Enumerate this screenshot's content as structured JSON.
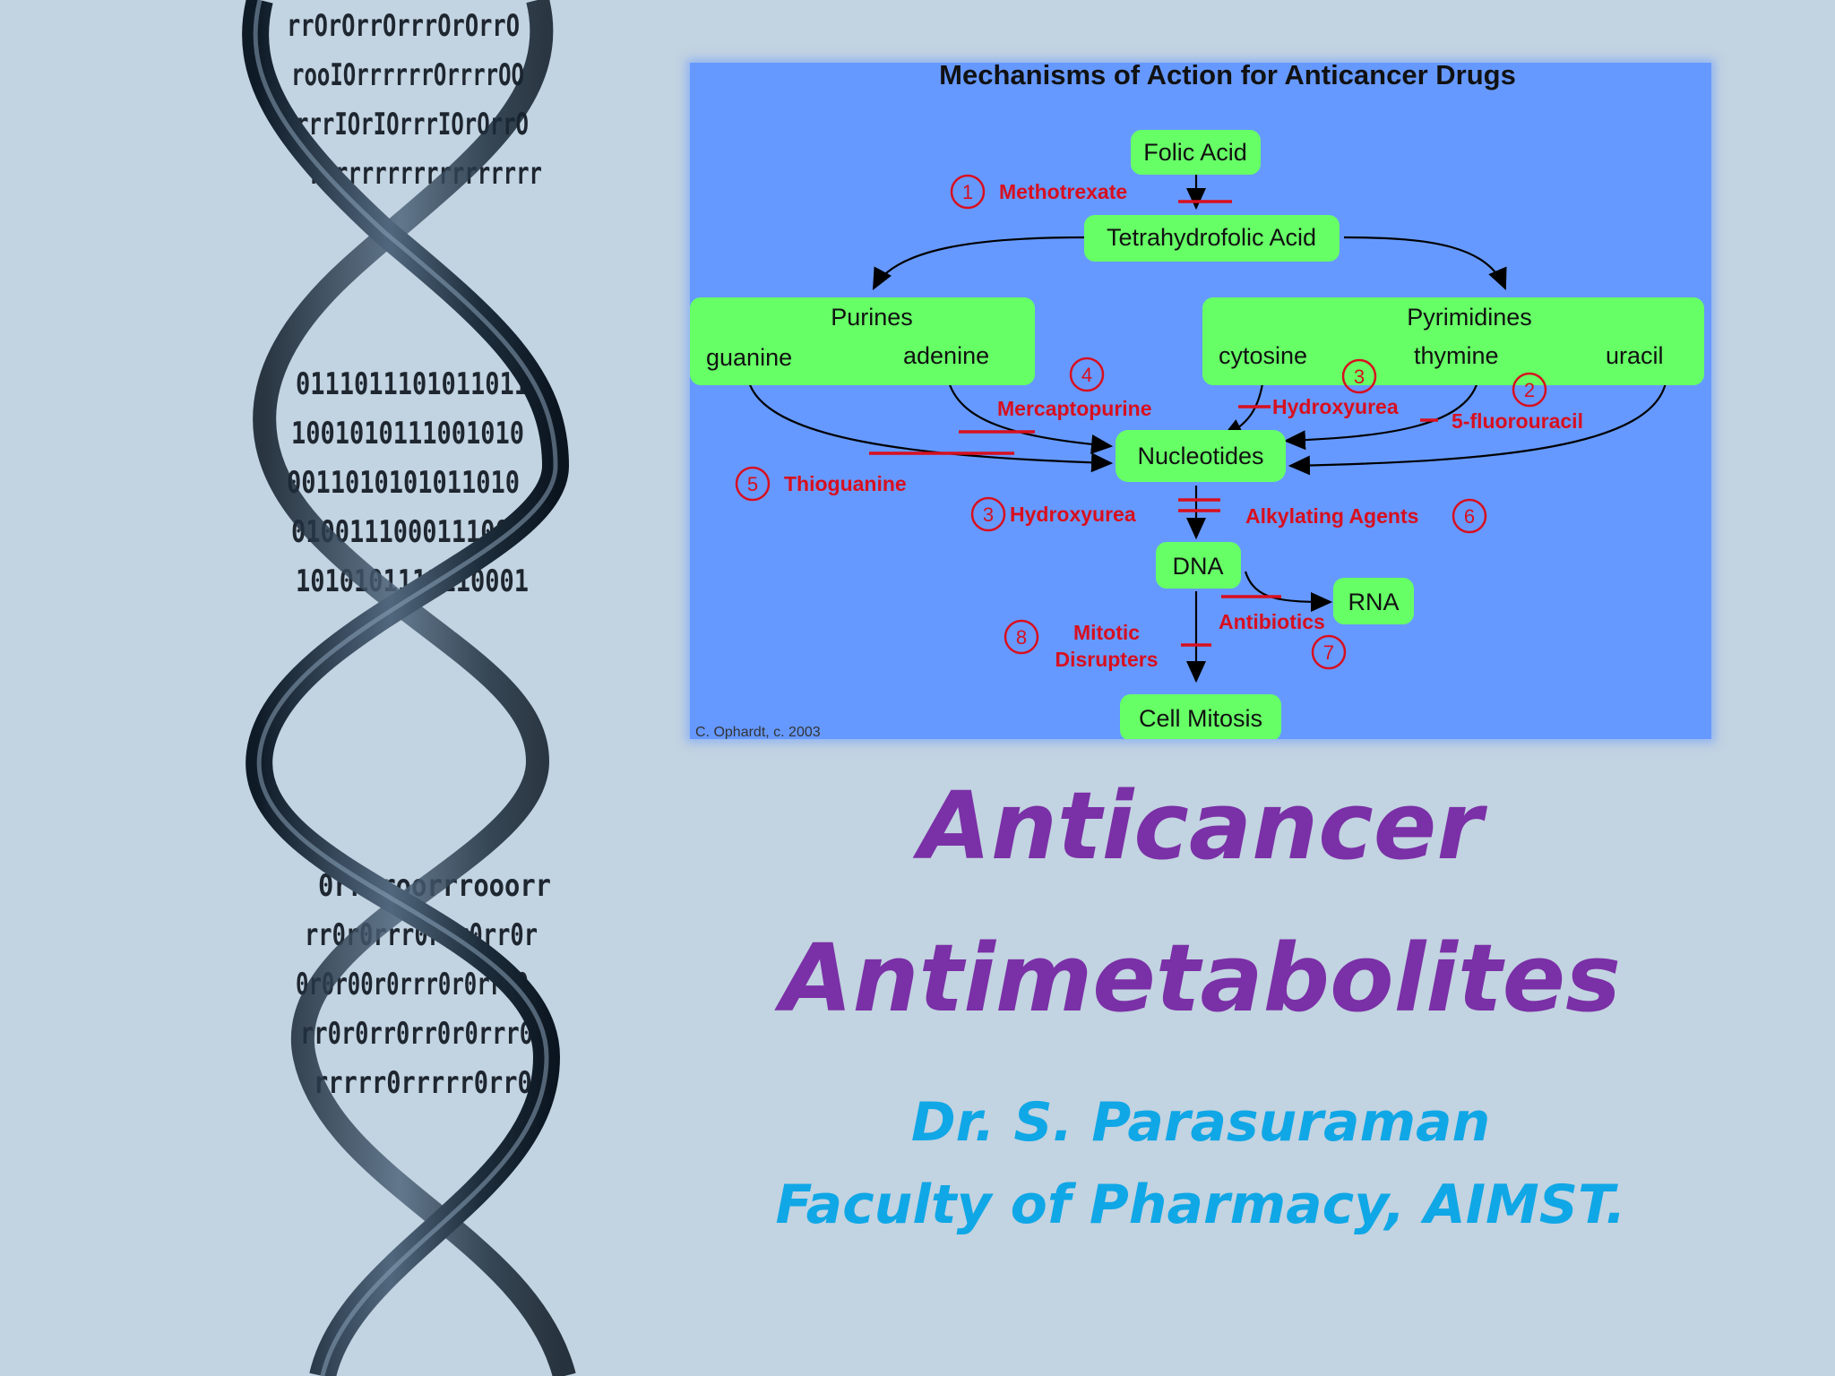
{
  "slide": {
    "title_line1": "Anticancer",
    "title_line2": "Antimetabolites",
    "author": "Dr. S. Parasuraman",
    "affiliation": "Faculty of Pharmacy, AIMST."
  },
  "diagram": {
    "title": "Mechanisms of Action for Anticancer Drugs",
    "credit": "C. Ophardt, c. 2003",
    "nodes": {
      "folic_acid": "Folic Acid",
      "thf": "Tetrahydrofolic Acid",
      "purines": "Purines",
      "guanine": "guanine",
      "adenine": "adenine",
      "pyrimidines": "Pyrimidines",
      "cytosine": "cytosine",
      "thymine": "thymine",
      "uracil": "uracil",
      "nucleotides": "Nucleotides",
      "dna": "DNA",
      "rna": "RNA",
      "cell_mitosis": "Cell Mitosis"
    },
    "drugs": {
      "methotrexate": {
        "num": "1",
        "label": "Methotrexate"
      },
      "fluorouracil": {
        "num": "2",
        "label": "5-fluorouracil"
      },
      "hydroxyurea_top": {
        "num": "3",
        "label": "Hydroxyurea"
      },
      "mercaptopurine": {
        "num": "4",
        "label": "Mercaptopurine"
      },
      "thioguanine": {
        "num": "5",
        "label": "Thioguanine"
      },
      "hydroxyurea_mid": {
        "num": "3",
        "label": "Hydroxyurea"
      },
      "alkylating": {
        "num": "6",
        "label": "Alkylating Agents"
      },
      "antibiotics": {
        "num": "7",
        "label": "Antibiotics"
      },
      "mitotic": {
        "num": "8",
        "label_line1": "Mitotic",
        "label_line2": "Disrupters"
      }
    }
  },
  "colors": {
    "background": "#c2d3e1",
    "diagram_bg": "#6699ff",
    "node_fill": "#66ff66",
    "drug_red": "#d80f1e",
    "title_purple": "#7a30a6",
    "subtitle_blue": "#10a7e6"
  },
  "decor": {
    "dna_icon": "dna-double-helix-icon",
    "binary_rows": [
      "rrOrOrrOrrrOrOrrO",
      "rooIOrrrrrrOrrrrOO",
      "rrrIOrIOrrrIOrOrrO",
      "rrrrrrrrrrrrrrrrrr",
      "0111011101011011",
      "1001010111001010",
      "0011010101011010",
      "0100111000111000",
      "1010101111110001",
      "0rr0roorrrooorr",
      "rr0r0rrr0r0r0rr0r",
      "0r0r00r0rrr0r0rr00",
      "rr0r0rr0rr0r0rrr0",
      "rrrrr0rrrrr0rr0r"
    ]
  }
}
